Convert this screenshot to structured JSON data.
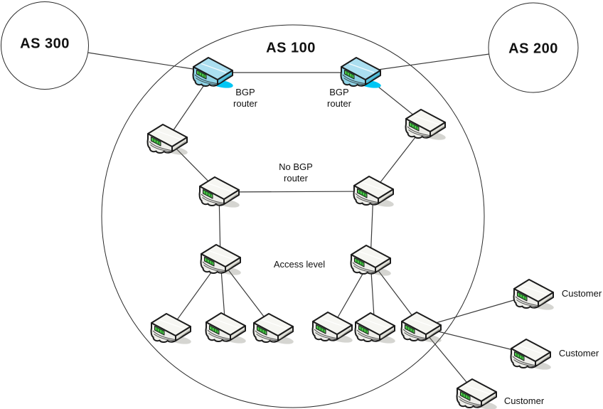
{
  "diagram": {
    "type": "network-topology",
    "description": "BGP autonomous-system topology with AS 100 core, external AS 200 and AS 300 clouds, and customer routers",
    "labels": {
      "as300": "AS 300",
      "as100": "AS 100",
      "as200": "AS 200",
      "bgp_router": [
        "BGP",
        "router"
      ],
      "no_bgp_router": [
        "No BGP",
        "router"
      ],
      "access_level": "Access level",
      "customer": "Customer"
    },
    "colors": {
      "background": "#ffffff",
      "outline": "#1b1b1b",
      "link": "#3a3a3a",
      "router_body": "#f6f6f2",
      "bgp_router_body": "#abdff0",
      "bgp_router_shadow": "#00c6f4",
      "router_grille_green": "#4ec44a"
    },
    "nodes": [
      {
        "id": "as300",
        "kind": "external-as",
        "label": "AS 300"
      },
      {
        "id": "as100",
        "kind": "autonomous-system",
        "label": "AS 100"
      },
      {
        "id": "as200",
        "kind": "external-as",
        "label": "AS 200"
      },
      {
        "id": "bgp-router-west",
        "kind": "bgp-router",
        "label": "BGP router"
      },
      {
        "id": "bgp-router-east",
        "kind": "bgp-router",
        "label": "BGP router"
      },
      {
        "id": "core-router-west",
        "kind": "router"
      },
      {
        "id": "core-router-east",
        "kind": "router"
      },
      {
        "id": "no-bgp-router-west",
        "kind": "router",
        "label": "No BGP router"
      },
      {
        "id": "no-bgp-router-east",
        "kind": "router",
        "label": "No BGP router"
      },
      {
        "id": "access-router-west",
        "kind": "router",
        "label": "Access level"
      },
      {
        "id": "access-router-east",
        "kind": "router",
        "label": "Access level"
      },
      {
        "id": "leaf-router-1",
        "kind": "router"
      },
      {
        "id": "leaf-router-2",
        "kind": "router"
      },
      {
        "id": "leaf-router-3",
        "kind": "router"
      },
      {
        "id": "leaf-router-4",
        "kind": "router"
      },
      {
        "id": "leaf-router-5",
        "kind": "router"
      },
      {
        "id": "leaf-router-6",
        "kind": "router"
      },
      {
        "id": "customer-router-1",
        "kind": "customer-router",
        "label": "Customer"
      },
      {
        "id": "customer-router-2",
        "kind": "customer-router",
        "label": "Customer"
      },
      {
        "id": "customer-router-3",
        "kind": "customer-router",
        "label": "Customer"
      }
    ],
    "links": [
      [
        "as300",
        "bgp-router-west"
      ],
      [
        "as200",
        "bgp-router-east"
      ],
      [
        "bgp-router-west",
        "bgp-router-east"
      ],
      [
        "bgp-router-west",
        "core-router-west"
      ],
      [
        "core-router-west",
        "no-bgp-router-west"
      ],
      [
        "bgp-router-east",
        "core-router-east"
      ],
      [
        "core-router-east",
        "no-bgp-router-east"
      ],
      [
        "no-bgp-router-west",
        "no-bgp-router-east"
      ],
      [
        "no-bgp-router-west",
        "access-router-west"
      ],
      [
        "no-bgp-router-east",
        "access-router-east"
      ],
      [
        "access-router-west",
        "leaf-router-1"
      ],
      [
        "access-router-west",
        "leaf-router-2"
      ],
      [
        "access-router-west",
        "leaf-router-3"
      ],
      [
        "access-router-east",
        "leaf-router-4"
      ],
      [
        "access-router-east",
        "leaf-router-5"
      ],
      [
        "access-router-east",
        "leaf-router-6"
      ],
      [
        "leaf-router-6",
        "customer-router-1"
      ],
      [
        "leaf-router-6",
        "customer-router-2"
      ],
      [
        "leaf-router-6",
        "customer-router-3"
      ]
    ]
  }
}
